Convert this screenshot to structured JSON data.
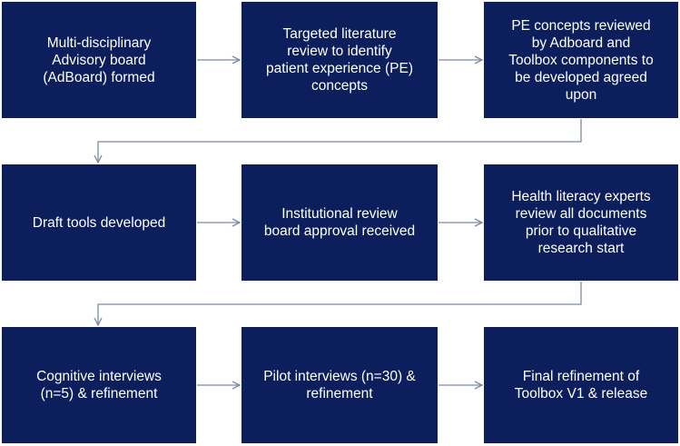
{
  "steps": [
    {
      "lines": [
        "Multi-disciplinary",
        "Advisory board",
        "(AdBoard) formed"
      ]
    },
    {
      "lines": [
        "Targeted literature",
        "review to identify",
        "patient experience (PE)",
        "concepts"
      ]
    },
    {
      "lines": [
        "PE concepts reviewed",
        "by Adboard and",
        "Toolbox components to",
        "be developed agreed",
        "upon"
      ]
    },
    {
      "lines": [
        "Draft tools developed"
      ]
    },
    {
      "lines": [
        "Institutional review",
        "board approval received"
      ]
    },
    {
      "lines": [
        "Health literacy experts",
        "review all documents",
        "prior to qualitative",
        "research start"
      ]
    },
    {
      "lines": [
        "Cognitive interviews",
        "(n=5) & refinement"
      ]
    },
    {
      "lines": [
        "Pilot interviews (n=30) &",
        "refinement"
      ]
    },
    {
      "lines": [
        "Final refinement of",
        "Toolbox V1 & release"
      ]
    }
  ],
  "colors": {
    "box_fill": "#0c1f5c",
    "box_text": "#ffffff",
    "connector": "#7a8aa8"
  }
}
